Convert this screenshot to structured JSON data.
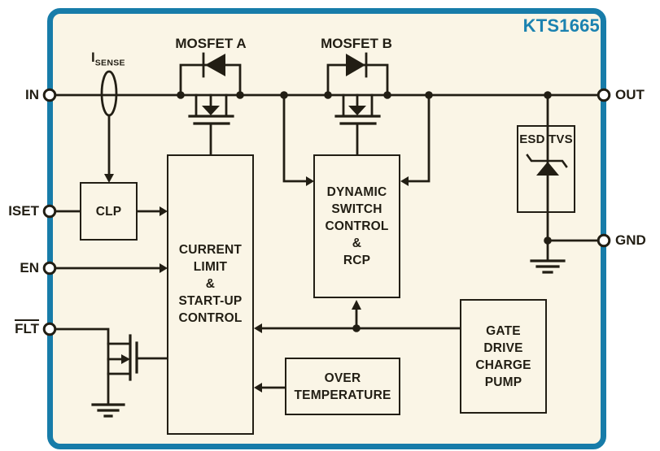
{
  "title": "KTS1665",
  "pins": {
    "in": "IN",
    "iset": "ISET",
    "en": "EN",
    "flt": "FLT",
    "out": "OUT",
    "gnd": "GND"
  },
  "top_labels": {
    "mosfet_a": "MOSFET A",
    "mosfet_b": "MOSFET B",
    "isense_main": "I",
    "isense_sub": "SENSE"
  },
  "blocks": {
    "clp": {
      "label": "CLP"
    },
    "current_limit": {
      "lines": [
        "CURRENT",
        "LIMIT",
        "&",
        "START-UP",
        "CONTROL"
      ]
    },
    "dynamic_switch": {
      "lines": [
        "DYNAMIC",
        "SWITCH",
        "CONTROL",
        "&",
        "RCP"
      ]
    },
    "esd_tvs": {
      "label": "ESD TVS"
    },
    "over_temperature": {
      "lines": [
        "OVER",
        "TEMPERATURE"
      ]
    },
    "gate_drive": {
      "lines": [
        "GATE",
        "DRIVE",
        "CHARGE",
        "PUMP"
      ]
    }
  },
  "colors": {
    "accent_border": "#177CA9",
    "title_text": "#1B82B0",
    "panel_background": "#FAF5E6",
    "wire": "#221E14"
  }
}
